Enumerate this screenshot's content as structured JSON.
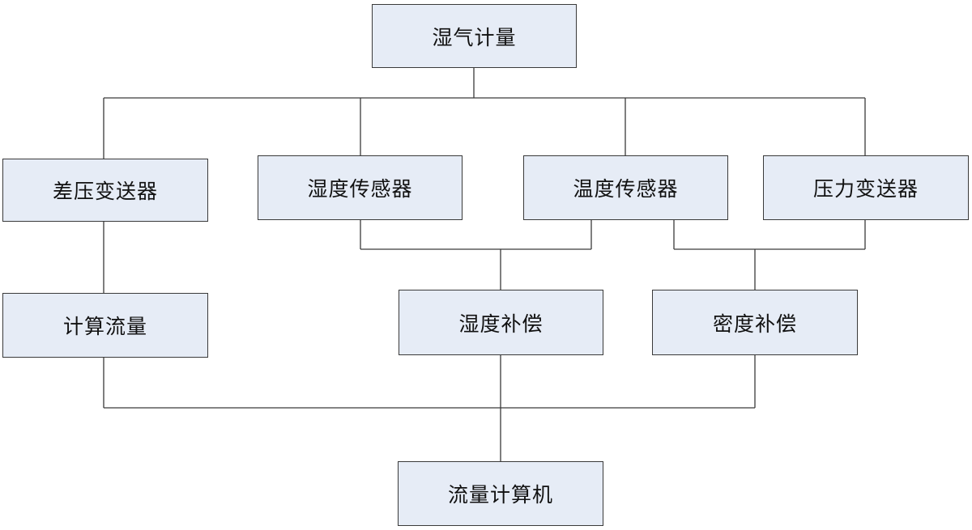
{
  "nodes": {
    "root": {
      "label": "湿气计量"
    },
    "dp_transmitter": {
      "label": "差压变送器"
    },
    "humidity_sensor": {
      "label": "湿度传感器"
    },
    "temperature_sensor": {
      "label": "温度传感器"
    },
    "pressure_transmitter": {
      "label": "压力变送器"
    },
    "calc_flow": {
      "label": "计算流量"
    },
    "humidity_comp": {
      "label": "湿度补偿"
    },
    "density_comp": {
      "label": "密度补偿"
    },
    "flow_computer": {
      "label": "流量计算机"
    }
  },
  "colors": {
    "box_fill": "#e6ecf6",
    "border": "#3a3a3a",
    "text": "#111111"
  }
}
